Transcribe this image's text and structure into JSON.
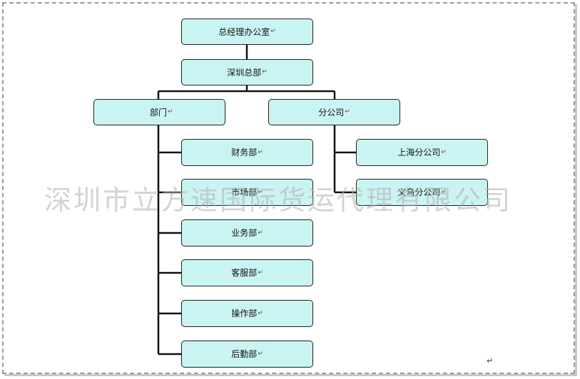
{
  "colors": {
    "box_fill": "#c9f4f1",
    "line": "#111111"
  },
  "return_mark": "↵",
  "nodes": {
    "gm_office": "总经理办公室",
    "shenzhen_hq": "深圳总部",
    "departments": "部门",
    "branches": "分公司",
    "finance": "财务部",
    "marketing": "市场部",
    "business": "业务部",
    "customer_service": "客服部",
    "operations": "操作部",
    "logistics": "后勤部",
    "shanghai_branch": "上海分公司",
    "yiwu_branch": "义乌分公司"
  },
  "watermark": "深圳市立方速国际货运代理有限公司",
  "end_mark": "↵"
}
